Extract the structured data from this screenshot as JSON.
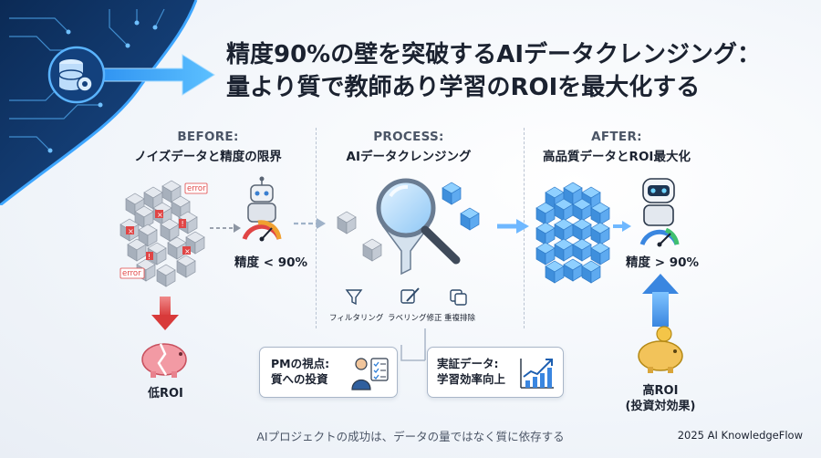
{
  "title": {
    "line1": "精度90%の壁を突破するAIデータクレンジング：",
    "line2": "量より質で教師あり学習のROIを最大化する"
  },
  "before": {
    "heading": "BEFORE:",
    "subheading": "ノイズデータと精度の限界",
    "error_tag_1": "error",
    "error_tag_2": "error",
    "accuracy_label": "精度 < 90%",
    "roi_label": "低ROI"
  },
  "process": {
    "heading": "PROCESS:",
    "subheading": "AIデータクレンジング",
    "steps": [
      {
        "label": "フィルタリング",
        "icon": "funnel-icon"
      },
      {
        "label": "ラベリング修正",
        "icon": "edit-icon"
      },
      {
        "label": "重複排除",
        "icon": "duplicate-icon"
      }
    ],
    "card_pm": {
      "line1": "PMの視点:",
      "line2": "質への投資",
      "icon": "checklist-person-icon"
    },
    "card_data": {
      "line1": "実証データ:",
      "line2": "学習効率向上",
      "icon": "growth-chart-icon"
    }
  },
  "after": {
    "heading": "AFTER:",
    "subheading": "高品質データとROI最大化",
    "accuracy_label": "精度 > 90%",
    "roi_line1": "高ROI",
    "roi_line2": "(投資対効果)"
  },
  "footer": "AIプロジェクトの成功は、データの量ではなく質に依存する",
  "credit": "2025 AI KnowledgeFlow",
  "colors": {
    "accent_blue": "#2f7fd8",
    "error_red": "#e04545",
    "cube_gray": "#aab3bf",
    "cube_blue": "#4a96e0",
    "circuit_dark": "#0f2c55"
  }
}
